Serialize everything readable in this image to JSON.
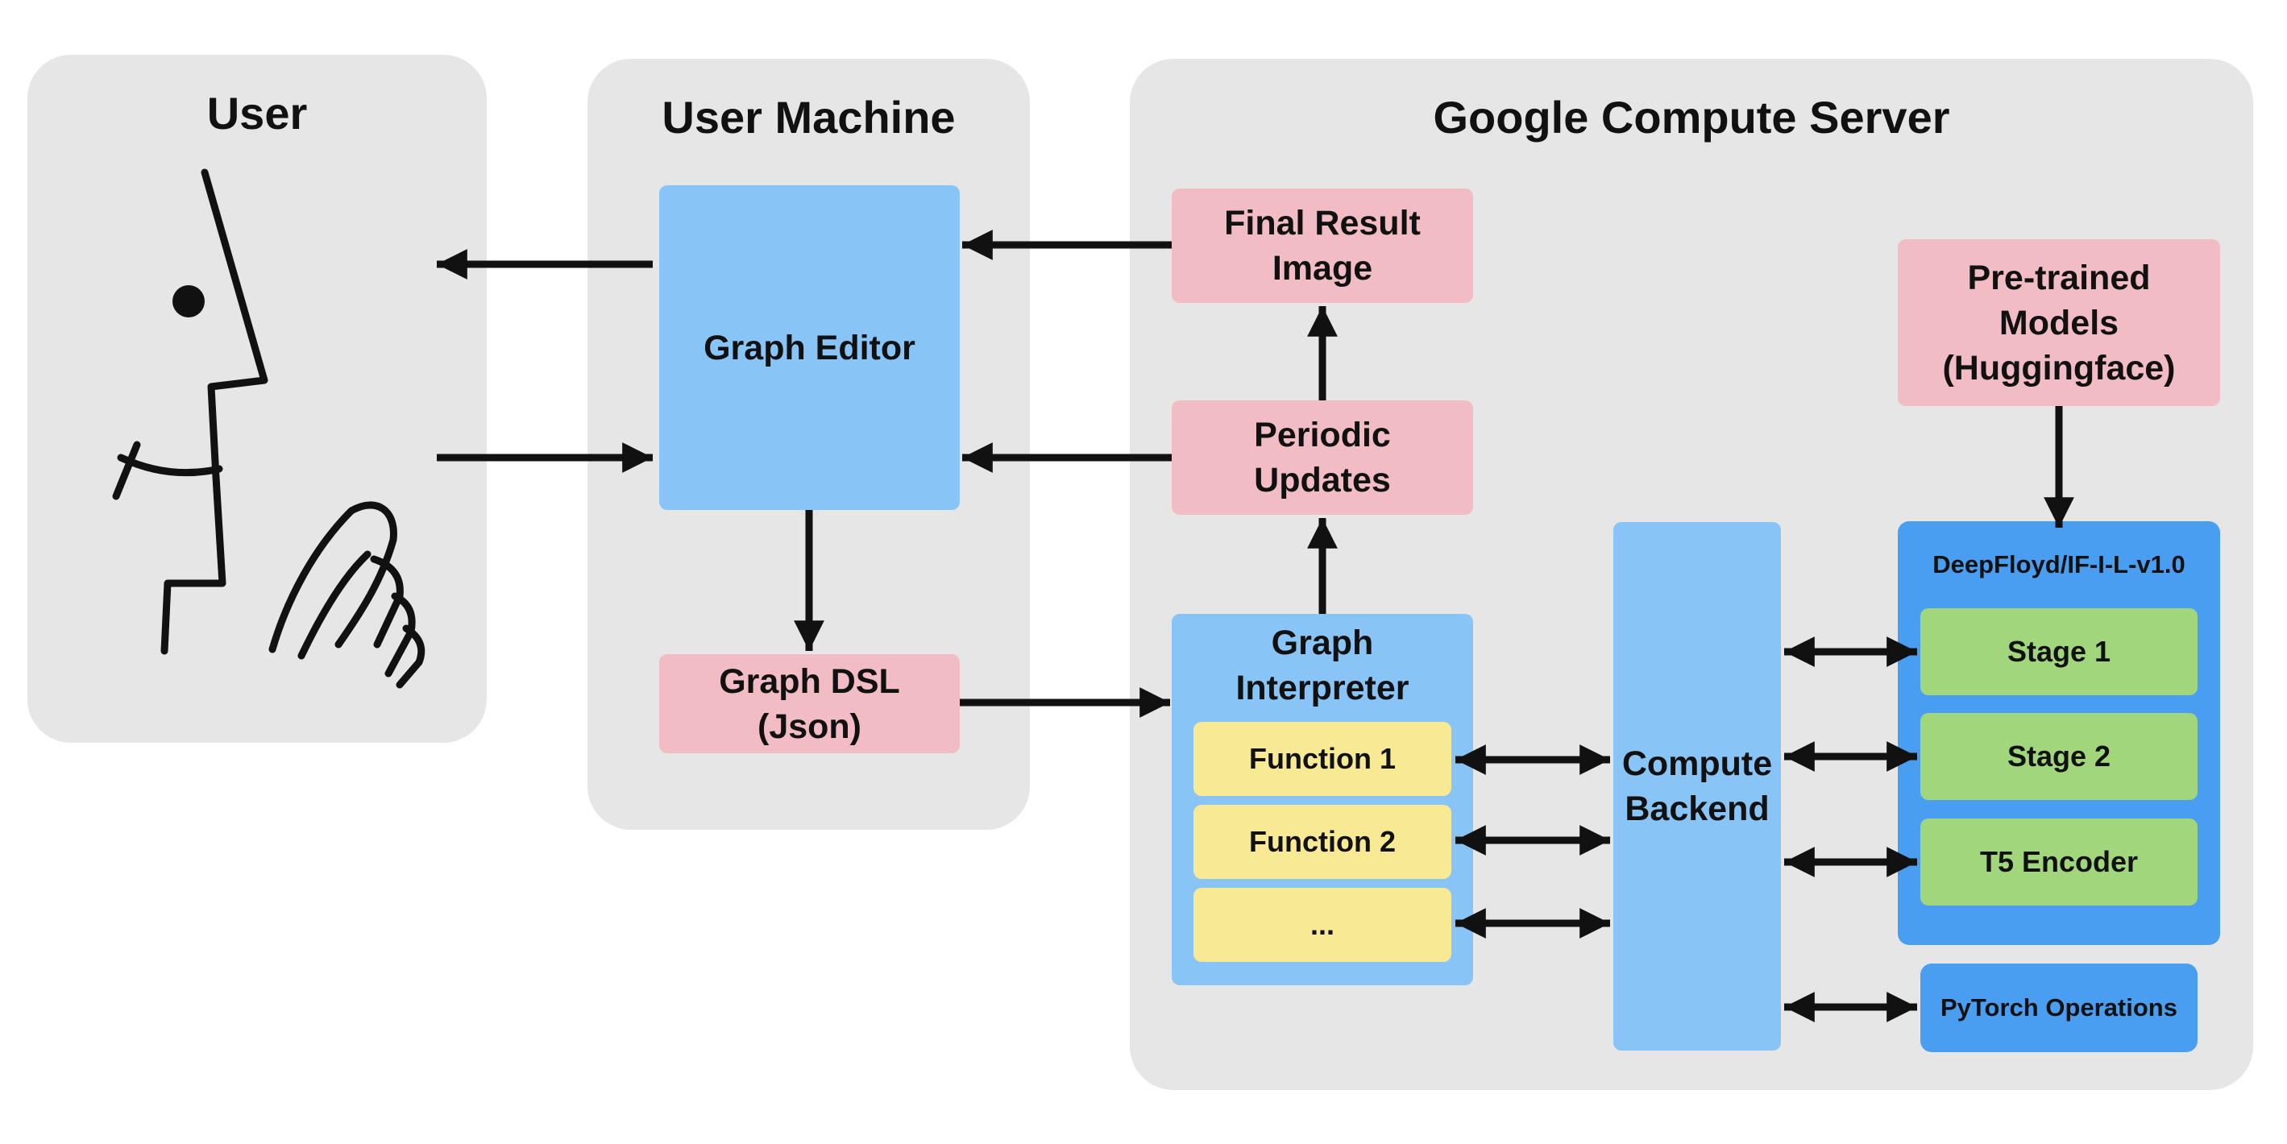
{
  "user_panel": {
    "title": "User"
  },
  "machine_panel": {
    "title": "User Machine",
    "graph_editor": "Graph Editor",
    "graph_dsl": "Graph DSL (Json)"
  },
  "server_panel": {
    "title": "Google Compute Server",
    "final_result": [
      "Final Result",
      "Image"
    ],
    "periodic_updates": [
      "Periodic",
      "Updates"
    ],
    "interpreter": {
      "title": [
        "Graph",
        "Interpreter"
      ],
      "functions": [
        "Function 1",
        "Function 2",
        "..."
      ]
    },
    "compute_backend": [
      "Compute",
      "Backend"
    ],
    "pretrained": [
      "Pre-trained",
      "Models",
      "(Huggingface)"
    ],
    "model_group": {
      "title": "DeepFloyd/IF-I-L-v1.0",
      "stages": [
        "Stage 1",
        "Stage 2",
        "T5 Encoder"
      ]
    },
    "pytorch_ops": "PyTorch Operations"
  },
  "colors": {
    "panel": "#e6e6e6",
    "pink": "#f2bcc4",
    "light_blue": "#89c4f6",
    "dark_blue": "#4a9ef2",
    "green": "#a2d67c",
    "yellow": "#f8ea94"
  }
}
